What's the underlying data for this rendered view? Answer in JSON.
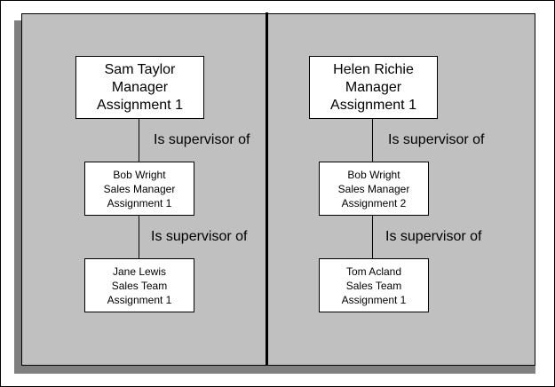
{
  "left_chain": {
    "top_node": {
      "line1": "Sam Taylor",
      "line2": "Manager",
      "line3": "Assignment 1"
    },
    "rel1": "Is supervisor of",
    "mid_node": {
      "line1": "Bob Wright",
      "line2": "Sales Manager",
      "line3": "Assignment 1"
    },
    "rel2": "Is supervisor of",
    "bottom_node": {
      "line1": "Jane Lewis",
      "line2": "Sales Team",
      "line3": "Assignment 1"
    }
  },
  "right_chain": {
    "top_node": {
      "line1": "Helen Richie",
      "line2": "Manager",
      "line3": "Assignment 1"
    },
    "rel1": "Is supervisor of",
    "mid_node": {
      "line1": "Bob Wright",
      "line2": "Sales Manager",
      "line3": "Assignment 2"
    },
    "rel2": "Is supervisor of",
    "bottom_node": {
      "line1": "Tom Acland",
      "line2": "Sales Team",
      "line3": "Assignment 1"
    }
  },
  "colors": {
    "panel": "#c0c0c0",
    "shadow": "#7f7f7f",
    "node_fill": "#ffffff",
    "line": "#000000"
  }
}
